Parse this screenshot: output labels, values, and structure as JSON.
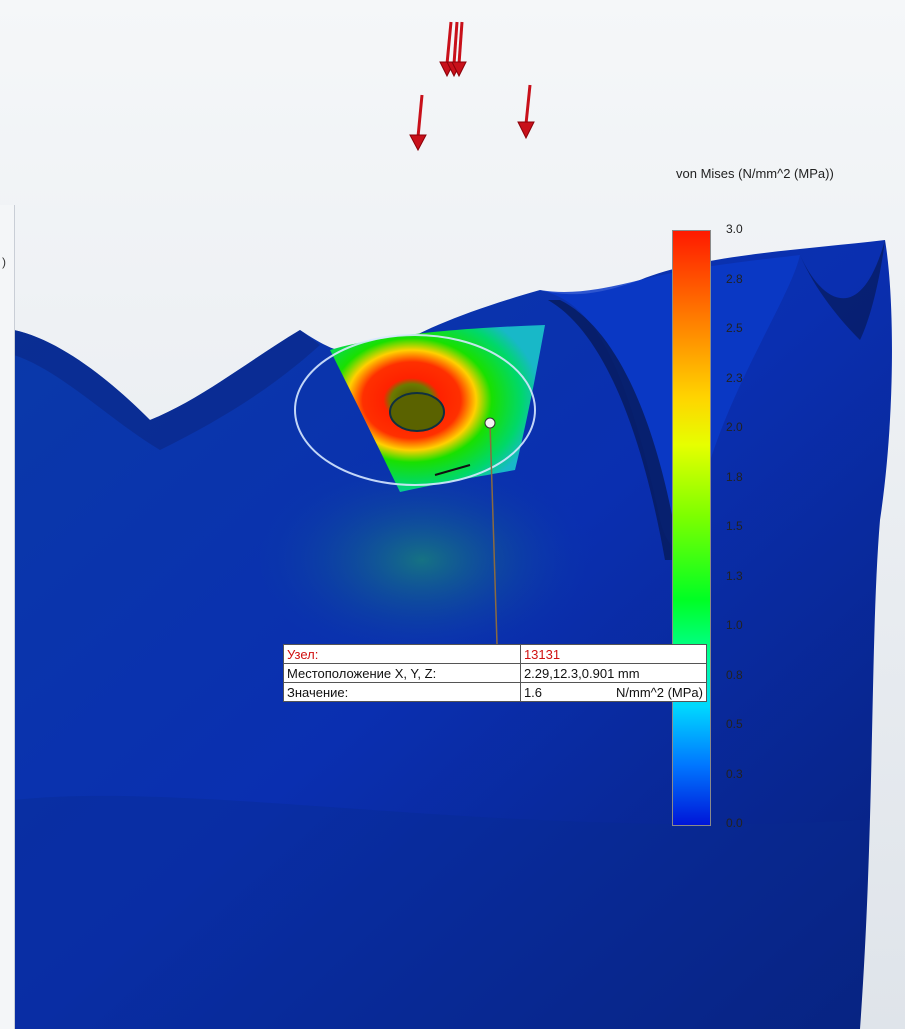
{
  "legend": {
    "title": "von Mises (N/mm^2 (MPa))",
    "ticks": [
      "3.0",
      "2.8",
      "2.5",
      "2.3",
      "2.0",
      "1.8",
      "1.5",
      "1.3",
      "1.0",
      "0.8",
      "0.5",
      "0.3",
      "0.0"
    ],
    "range": [
      0.0,
      3.0
    ],
    "colors": {
      "max": "#ff1a00",
      "mid": "#00ff24",
      "min": "#0016d8"
    }
  },
  "probe": {
    "node_label": "Узел:",
    "node_value": "13131",
    "location_label": "Местоположение X, Y, Z:",
    "location_value": "2.29,12.3,0.901 mm",
    "value_label": "Значение:",
    "value_number": "1.6",
    "value_unit": "N/mm^2 (MPa)"
  },
  "left_panel": {
    "edge_text": ")"
  },
  "model": {
    "surface_color": "#0b2fb8",
    "load_arrow_color": "#c8101a",
    "load_arrow_icon": "down-arrow-load-icon"
  }
}
